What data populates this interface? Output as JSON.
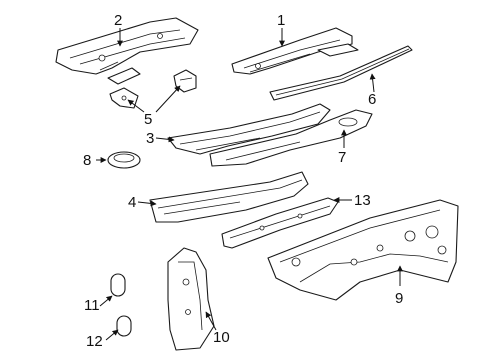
{
  "callouts": [
    {
      "id": "1",
      "label": "1"
    },
    {
      "id": "2",
      "label": "2"
    },
    {
      "id": "3",
      "label": "3"
    },
    {
      "id": "4",
      "label": "4"
    },
    {
      "id": "5",
      "label": "5"
    },
    {
      "id": "6",
      "label": "6"
    },
    {
      "id": "7",
      "label": "7"
    },
    {
      "id": "8",
      "label": "8"
    },
    {
      "id": "9",
      "label": "9"
    },
    {
      "id": "10",
      "label": "10"
    },
    {
      "id": "11",
      "label": "11"
    },
    {
      "id": "12",
      "label": "12"
    },
    {
      "id": "13",
      "label": "13"
    }
  ],
  "colors": {
    "line": "#1a1a1a",
    "background": "#ffffff"
  }
}
